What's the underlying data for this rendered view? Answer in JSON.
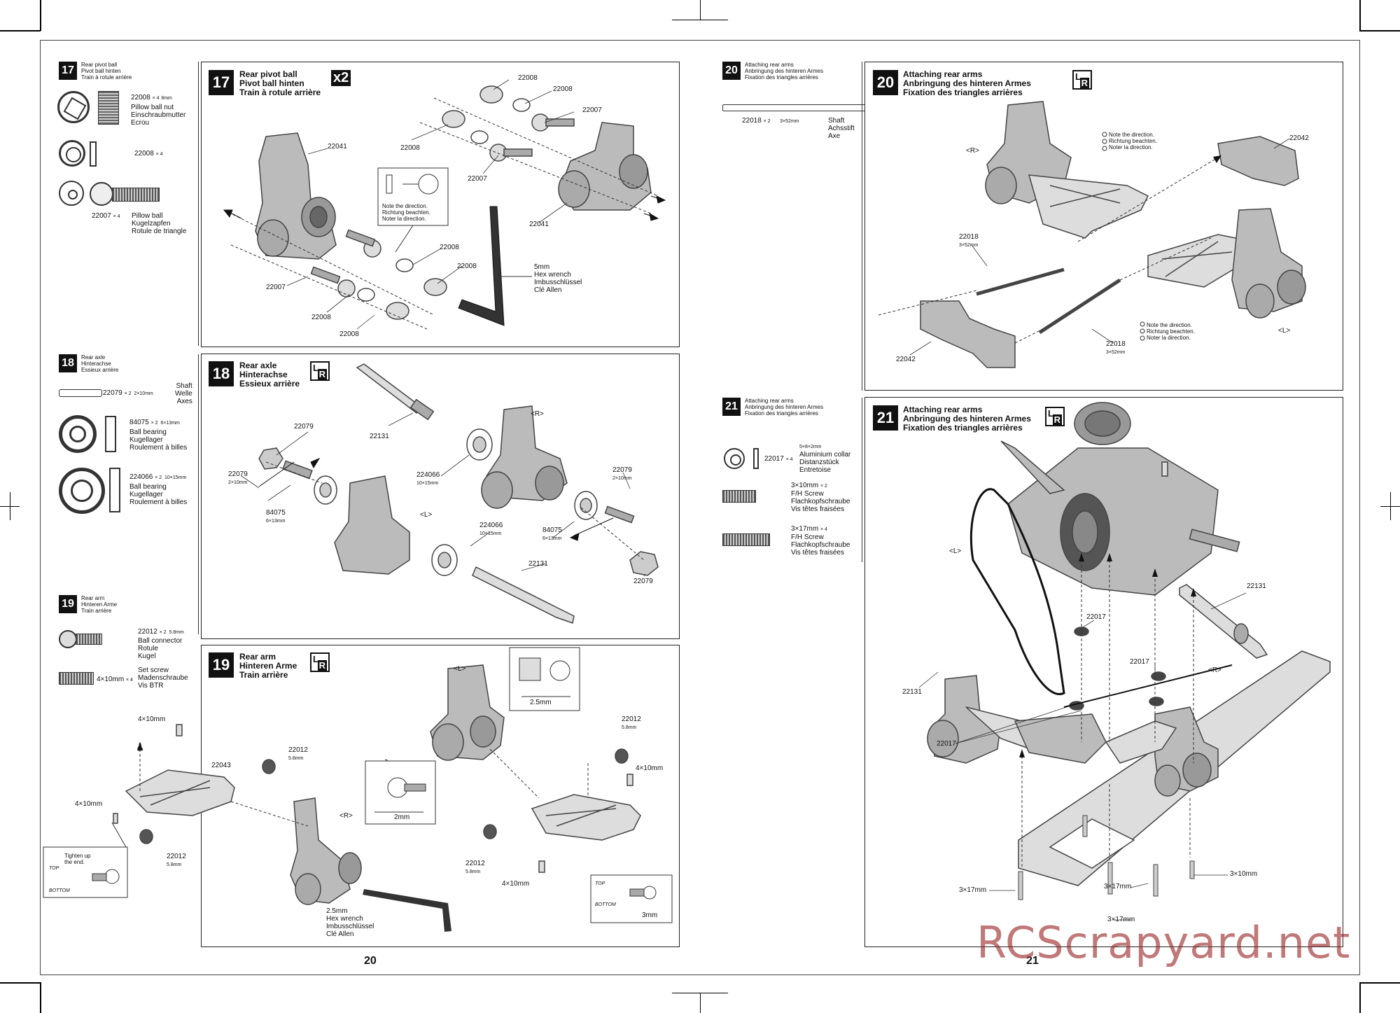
{
  "page_left": {
    "number": "20"
  },
  "page_right": {
    "number": "21"
  },
  "watermark": "RCScrapyard.net",
  "step17": {
    "number": "17",
    "title": [
      "Rear pivot ball",
      "Pivot ball hinten",
      "Train à rotule arrière"
    ],
    "multiplier": "x2",
    "parts": [
      {
        "code": "22008",
        "qty": "4",
        "size": "8mm",
        "name": [
          "Pillow ball nut",
          "Einschraubmutter",
          "Ecrou"
        ]
      },
      {
        "code": "22008",
        "qty": "4",
        "size": "",
        "name": []
      },
      {
        "code": "22007",
        "qty": "4",
        "size": "",
        "name": [
          "Pillow ball",
          "Kugelzapfen",
          "Rotule de triangle"
        ]
      }
    ],
    "labels": [
      "22008",
      "22008",
      "22007",
      "22008",
      "22007",
      "22041",
      "22041",
      "22008",
      "22008",
      "22007",
      "22008",
      "22008"
    ],
    "note": [
      "Note the direction.",
      "Richtung beachten.",
      "Noter la direction."
    ],
    "tool": [
      "5mm",
      "Hex wrench",
      "Imbusschlüssel",
      "Clé Allen"
    ]
  },
  "step18": {
    "number": "18",
    "title": [
      "Rear axle",
      "Hinterachse",
      "Essieux arrière"
    ],
    "parts": [
      {
        "code": "22079",
        "qty": "2",
        "size": "2×10mm",
        "name": [
          "Shaft",
          "Welle",
          "Axes"
        ]
      },
      {
        "code": "84075",
        "qty": "2",
        "size": "6×13mm",
        "name": [
          "Ball bearing",
          "Kugellager",
          "Roulement à billes"
        ]
      },
      {
        "code": "224066",
        "qty": "2",
        "size": "10×15mm",
        "name": [
          "Ball bearing",
          "Kugellager",
          "Roulement à billes"
        ]
      }
    ],
    "side_r": "<R>",
    "side_l": "<L>",
    "labels": {
      "a": "22079",
      "b": "22131",
      "c": "22079",
      "c_size": "2×10mm",
      "d": "84075",
      "d_size": "6×13mm",
      "e": "224066",
      "e_size": "10×15mm",
      "f": "22079",
      "f_size": "2×10mm",
      "g": "224066",
      "g_size": "10×15mm",
      "h": "84075",
      "h_size": "6×13mm",
      "i": "22131",
      "j": "22079"
    }
  },
  "step19": {
    "number": "19",
    "title": [
      "Rear arm",
      "Hinteren Arme",
      "Train arrière"
    ],
    "parts": [
      {
        "code": "22012",
        "qty": "2",
        "size": "5.8mm",
        "name": [
          "Ball connector",
          "Rotule",
          "Kugel"
        ]
      },
      {
        "code": "4×10mm",
        "qty": "4",
        "size": "",
        "name": [
          "Set screw",
          "Madenschraube",
          "Vis BTR"
        ]
      }
    ],
    "side_l": "<L>",
    "side_r": "<R>",
    "labels": {
      "a": "4×10mm",
      "b": "22012",
      "b_size": "5.8mm",
      "c": "22043",
      "d": "4×10mm",
      "e": "22012",
      "e_size": "5.8mm",
      "f": "22012",
      "f_size": "5.8mm",
      "g": "4×10mm",
      "h": "22012",
      "h_size": "5.8mm",
      "i": "4×10mm"
    },
    "dim1": "2.5mm",
    "dim2": "2mm",
    "dim3": "3mm",
    "tighten": [
      "Tighten up",
      "the end."
    ],
    "top": "TOP",
    "bottom": "BOTTOM",
    "tool": [
      "2.5mm",
      "Hex wrench",
      "Imbusschlüssel",
      "Clé Allen"
    ]
  },
  "step20": {
    "number": "20",
    "title": [
      "Attaching rear arms",
      "Anbringung des hinteren Armes",
      "Fixation des triangles arrières"
    ],
    "parts": [
      {
        "code": "22018",
        "qty": "2",
        "size": "3×52mm",
        "name": [
          "Shaft",
          "Achsstift",
          "Axe"
        ]
      }
    ],
    "side_r": "<R>",
    "side_l": "<L>",
    "labels": {
      "a": "22042",
      "b": "22018",
      "b_size": "3×52mm",
      "c": "22042",
      "d": "22018",
      "d_size": "3×52mm"
    },
    "note": [
      "Note the direction.",
      "Richtung beachten.",
      "Noter la direction."
    ]
  },
  "step21": {
    "number": "21",
    "title": [
      "Attaching rear arms",
      "Anbringung des hinteren Armes",
      "Fixation des triangles arrières"
    ],
    "parts": [
      {
        "code": "22017",
        "qty": "4",
        "size": "5×8×2mm",
        "name": [
          "Aluminium collar",
          "Distanzstück",
          "Entretoise"
        ]
      },
      {
        "code": "3×10mm",
        "qty": "2",
        "size": "",
        "name": [
          "F/H Screw",
          "Flachkopfschraube",
          "Vis têtes fraisées"
        ]
      },
      {
        "code": "3×17mm",
        "qty": "4",
        "size": "",
        "name": [
          "F/H Screw",
          "Flachkopfschraube",
          "Vis têtes fraisées"
        ]
      }
    ],
    "side_l": "<L>",
    "side_r": "<R>",
    "labels": {
      "a": "22131",
      "b": "22017",
      "c": "22017",
      "d": "22131",
      "e": "22017",
      "f": "3×10mm",
      "g": "3×17mm",
      "h": "3×17mm",
      "i": "3×17mm"
    }
  }
}
